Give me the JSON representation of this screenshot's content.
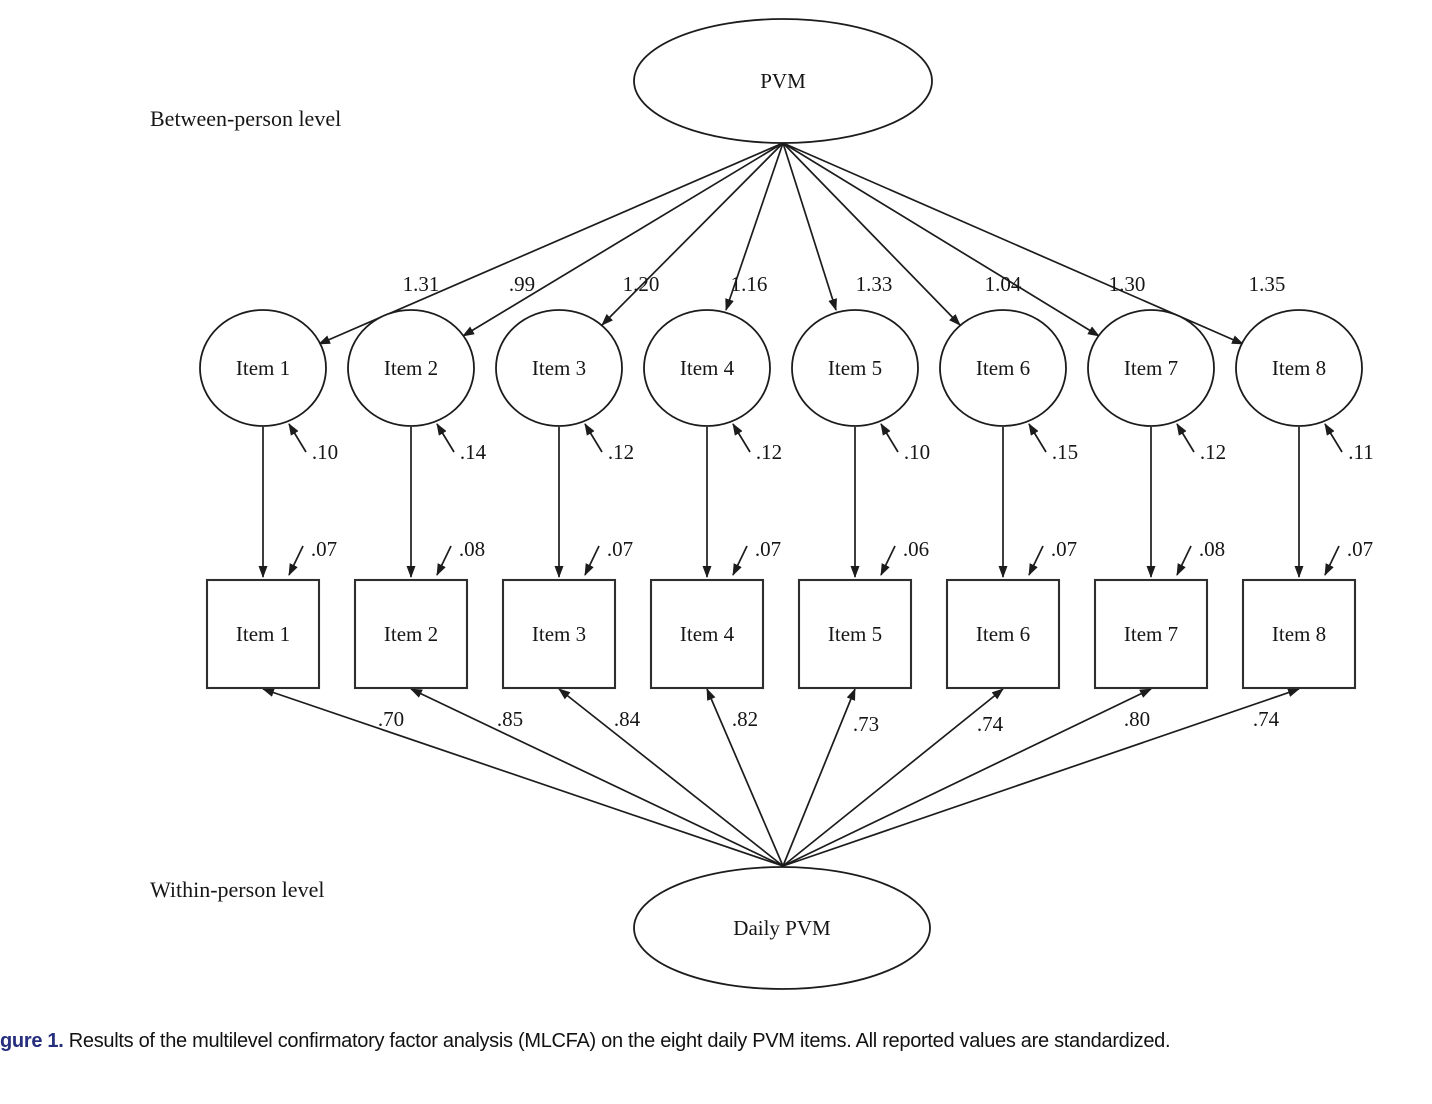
{
  "figure": {
    "between_level_label": "Between-person level",
    "within_level_label": "Within-person level",
    "between_factor": "PVM",
    "within_factor": "Daily PVM",
    "items": [
      {
        "name": "Item 1",
        "between_loading": "1.31",
        "between_residual": ".10",
        "within_residual": ".07",
        "within_loading": ".70"
      },
      {
        "name": "Item 2",
        "between_loading": ".99",
        "between_residual": ".14",
        "within_residual": ".08",
        "within_loading": ".85"
      },
      {
        "name": "Item 3",
        "between_loading": "1.20",
        "between_residual": ".12",
        "within_residual": ".07",
        "within_loading": ".84"
      },
      {
        "name": "Item 4",
        "between_loading": "1.16",
        "between_residual": ".12",
        "within_residual": ".07",
        "within_loading": ".82"
      },
      {
        "name": "Item 5",
        "between_loading": "1.33",
        "between_residual": ".10",
        "within_residual": ".06",
        "within_loading": ".73"
      },
      {
        "name": "Item 6",
        "between_loading": "1.04",
        "between_residual": ".15",
        "within_residual": ".07",
        "within_loading": ".74"
      },
      {
        "name": "Item 7",
        "between_loading": "1.30",
        "between_residual": ".12",
        "within_residual": ".08",
        "within_loading": ".80"
      },
      {
        "name": "Item 8",
        "between_loading": "1.35",
        "between_residual": ".11",
        "within_residual": ".07",
        "within_loading": ".74"
      }
    ]
  },
  "caption": {
    "label": "gure 1.",
    "text": "Results of the multilevel confirmatory factor analysis (MLCFA) on the eight daily PVM items. All reported values are standardized."
  }
}
